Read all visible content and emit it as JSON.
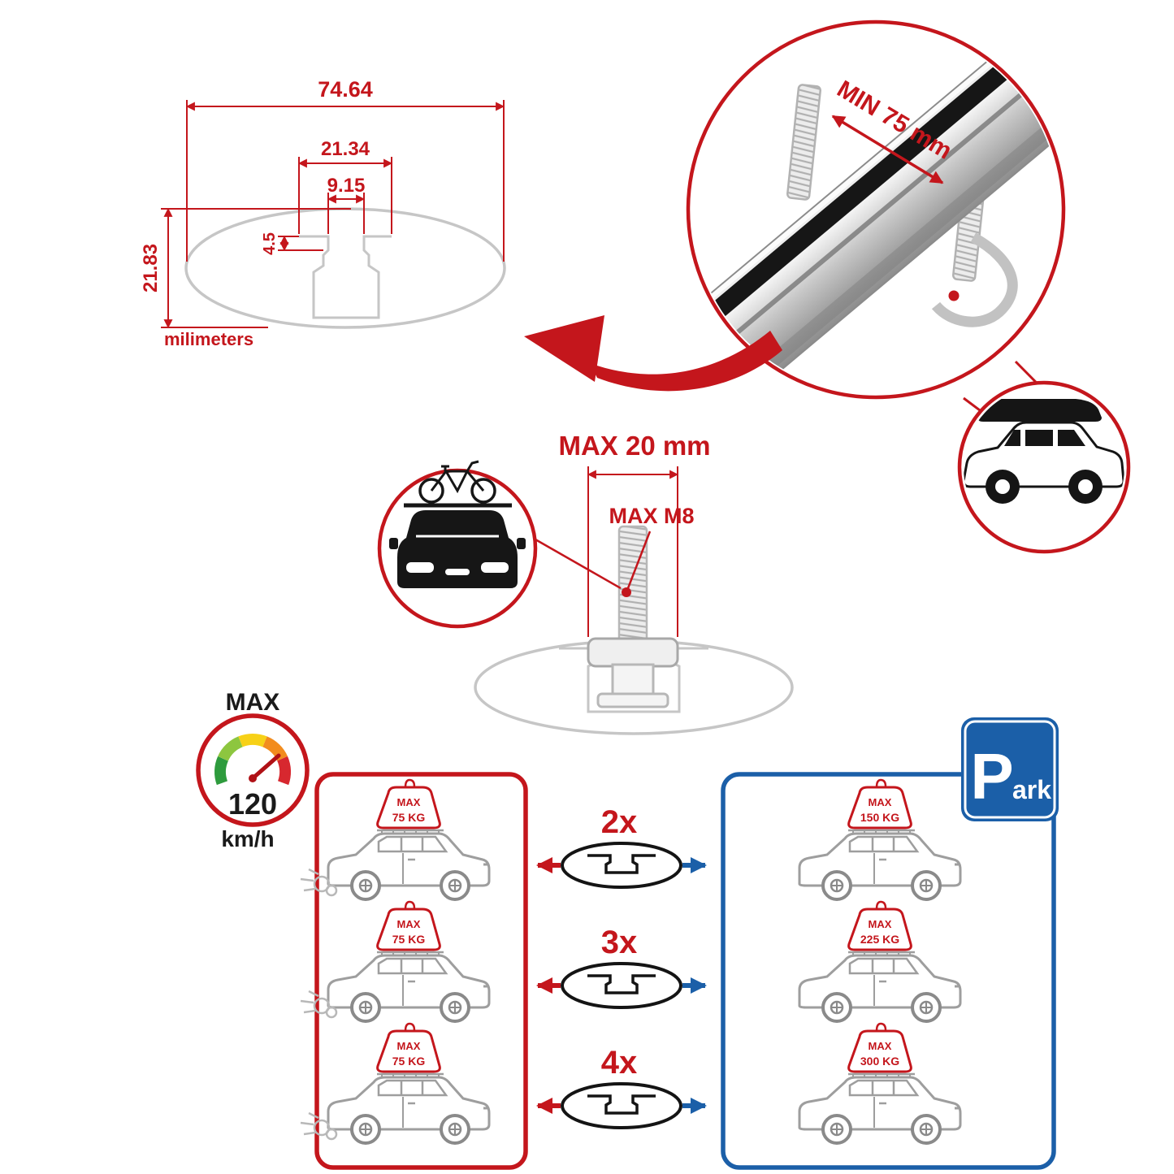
{
  "colors": {
    "accent_red": "#c4161c",
    "accent_blue": "#1b5fa8",
    "diagram_gray": "#c6c6c6",
    "ink_black": "#1a1a1a"
  },
  "cross_section": {
    "total_width": "74.64",
    "channel_outer_width": "21.34",
    "channel_opening_width": "9.15",
    "lip_depth": "4.5",
    "total_height": "21.83",
    "units_label": "milimeters"
  },
  "bar_detail": {
    "min_clearance_label": "MIN 75 mm"
  },
  "bolt_detail": {
    "max_bolt_label": "MAX 20 mm",
    "max_thread_label": "MAX M8"
  },
  "speed_gauge": {
    "title": "MAX",
    "limit": "120",
    "units": "km/h"
  },
  "parking_sign": {
    "initial": "P",
    "suffix": "ark"
  },
  "driving_panel": {
    "cars": [
      {
        "bag_label": "MAX",
        "bag_weight": "75 KG"
      },
      {
        "bag_label": "MAX",
        "bag_weight": "75 KG"
      },
      {
        "bag_label": "MAX",
        "bag_weight": "75 KG"
      }
    ]
  },
  "crossbar_counts": {
    "multipliers": [
      "2x",
      "3x",
      "4x"
    ]
  },
  "parked_panel": {
    "cars": [
      {
        "bag_label": "MAX",
        "bag_weight": "150 KG"
      },
      {
        "bag_label": "MAX",
        "bag_weight": "225 KG"
      },
      {
        "bag_label": "MAX",
        "bag_weight": "300 KG"
      }
    ]
  }
}
